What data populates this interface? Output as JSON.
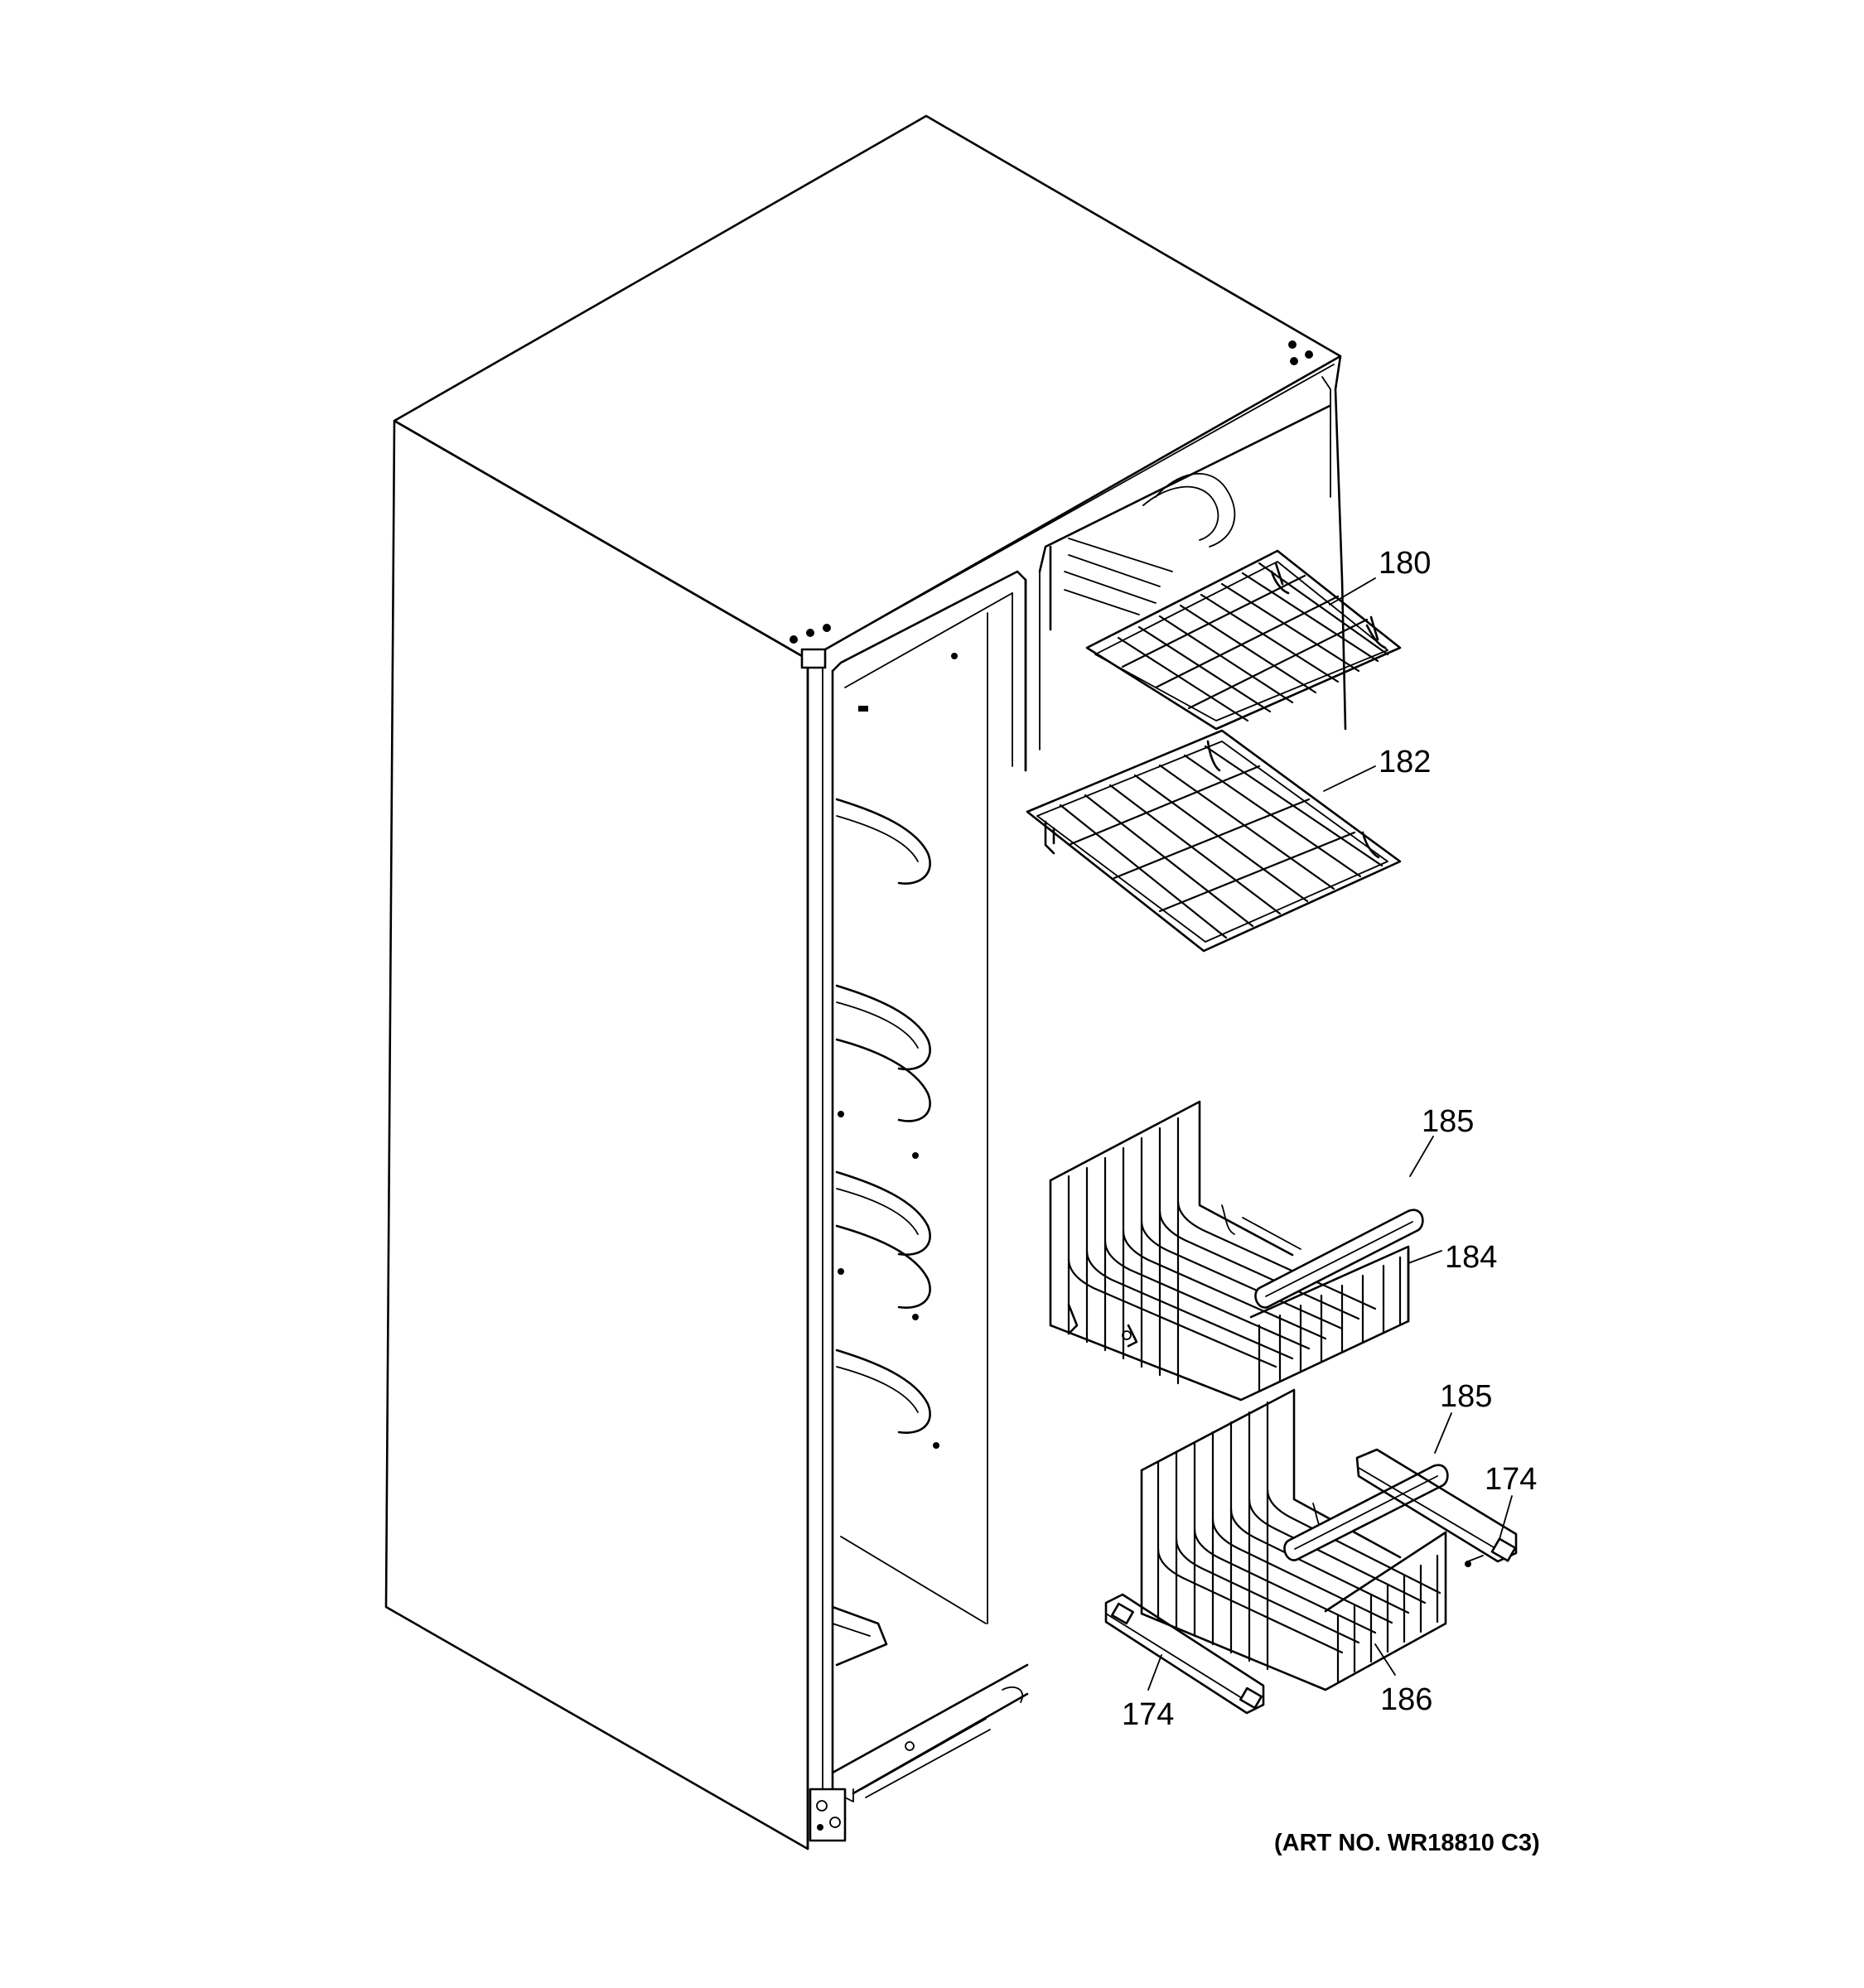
{
  "callouts": [
    {
      "id": "180",
      "label": "180"
    },
    {
      "id": "182",
      "label": "182"
    },
    {
      "id": "185a",
      "label": "185"
    },
    {
      "id": "184",
      "label": "184"
    },
    {
      "id": "185b",
      "label": "185"
    },
    {
      "id": "174a",
      "label": "174"
    },
    {
      "id": "186",
      "label": "186"
    },
    {
      "id": "174b",
      "label": "174"
    }
  ],
  "art_number": "(ART NO. WR18810 C3)"
}
